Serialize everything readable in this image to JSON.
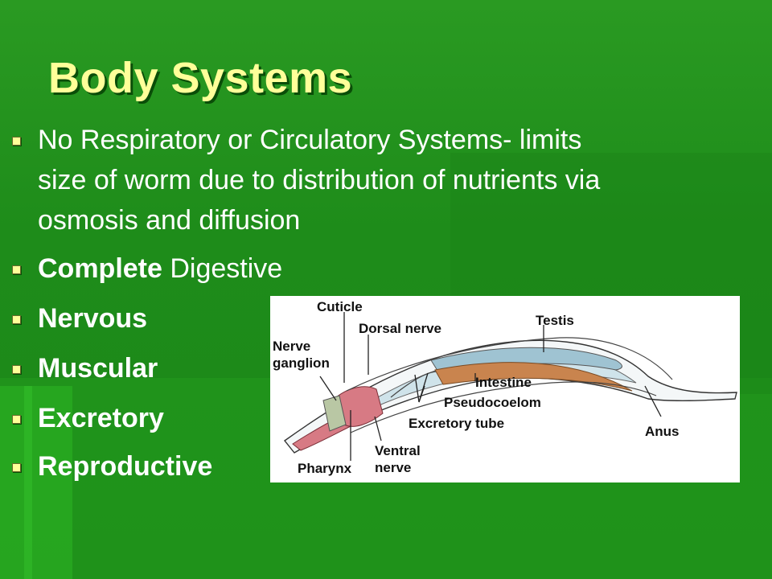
{
  "slide": {
    "title": "Body Systems",
    "bullets": [
      {
        "lines": [
          "No Respiratory or Circulatory Systems- limits",
          "size of worm due to distribution of nutrients via",
          "osmosis and diffusion"
        ]
      },
      {
        "bold": "Complete",
        "text": " Digestive"
      },
      {
        "bold": "Nervous"
      },
      {
        "bold": "Muscular"
      },
      {
        "bold": "Excretory"
      },
      {
        "bold": "Reproductive"
      }
    ]
  },
  "figure": {
    "labels": {
      "cuticle": "Cuticle",
      "dorsal_nerve": "Dorsal nerve",
      "testis": "Testis",
      "nerve_ganglion_1": "Nerve",
      "nerve_ganglion_2": "ganglion",
      "intestine": "Intestine",
      "pseudocoelom": "Pseudocoelom",
      "excretory_tube": "Excretory tube",
      "anus": "Anus",
      "ventral_nerve_1": "Ventral",
      "ventral_nerve_2": "nerve",
      "pharynx": "Pharynx"
    }
  },
  "colors": {
    "background": "#1f8f1c",
    "title": "#ffff99",
    "text": "#ffffff",
    "bullet": "#ffff99"
  }
}
